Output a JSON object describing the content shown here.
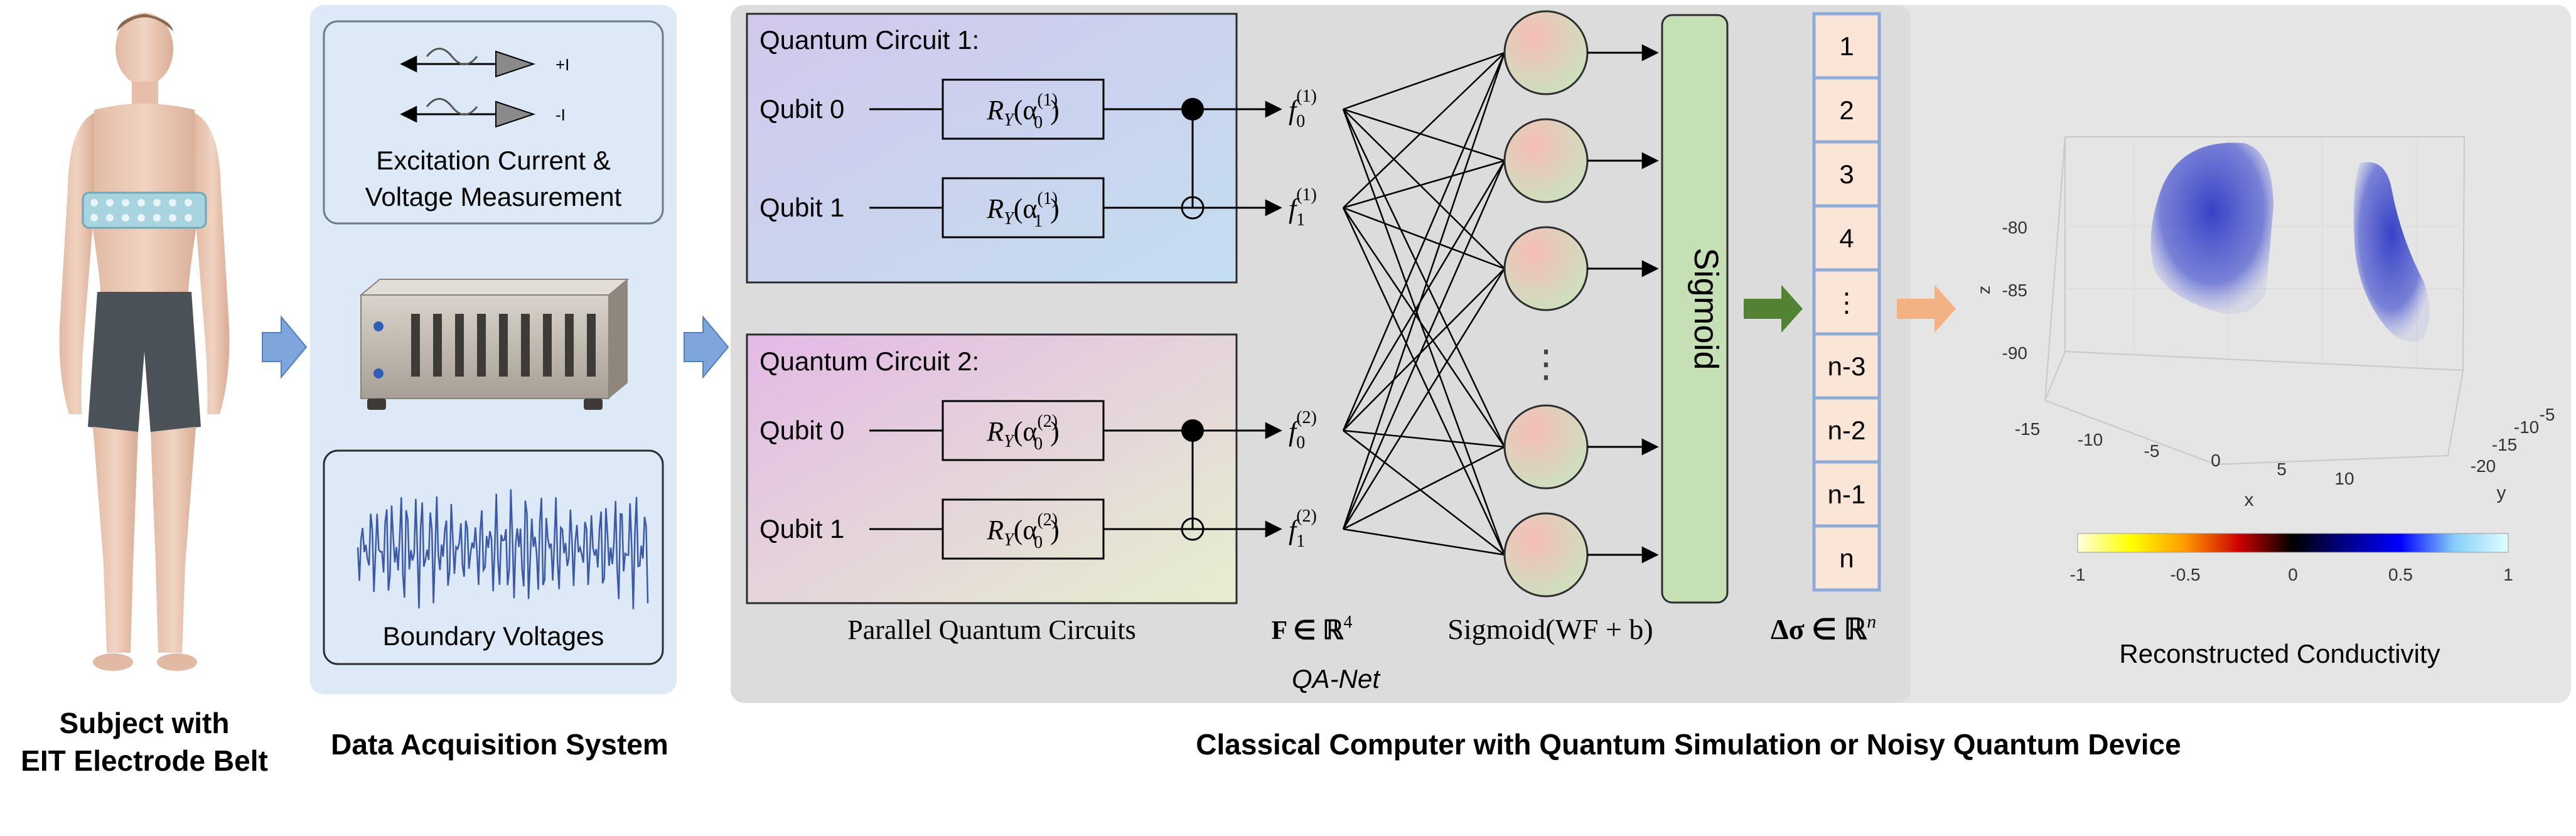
{
  "subject": {
    "caption_line1": "Subject with",
    "caption_line2": "EIT Electrode Belt"
  },
  "daq": {
    "caption": "Data Acquisition System",
    "excitation": {
      "line1": "Excitation Current &",
      "line2": "Voltage Measurement",
      "plus_label": "+I",
      "minus_label": "-I"
    },
    "boundary_label": "Boundary Voltages"
  },
  "classical": {
    "caption": "Classical Computer with Quantum Simulation or Noisy Quantum Device",
    "circuits_caption": "Parallel Quantum Circuits",
    "qanet_label": "QA-Net",
    "feature_label": "F ∈ ℝ",
    "feature_sup": "4",
    "activation_label": "Sigmoid(WF + b)",
    "output_label": "Δσ ∈ ℝ",
    "output_sup": "n",
    "sigmoid_block": "Sigmoid"
  },
  "circuits": [
    {
      "title": "Quantum Circuit 1:",
      "qubits": [
        {
          "label": "Qubit 0",
          "gate": "R",
          "gate_sub": "Y",
          "alpha_sub": "0",
          "alpha_sup": "(1)",
          "f_sub": "0",
          "f_sup": "(1)"
        },
        {
          "label": "Qubit 1",
          "gate": "R",
          "gate_sub": "Y",
          "alpha_sub": "1",
          "alpha_sup": "(1)",
          "f_sub": "1",
          "f_sup": "(1)"
        }
      ]
    },
    {
      "title": "Quantum Circuit 2:",
      "qubits": [
        {
          "label": "Qubit 0",
          "gate": "R",
          "gate_sub": "Y",
          "alpha_sub": "0",
          "alpha_sup": "(2)",
          "f_sub": "0",
          "f_sup": "(2)"
        },
        {
          "label": "Qubit 1",
          "gate": "R",
          "gate_sub": "Y",
          "alpha_sub": "0",
          "alpha_sup": "(2)",
          "f_sub": "1",
          "f_sup": "(2)"
        }
      ]
    }
  ],
  "output_cells": [
    "1",
    "2",
    "3",
    "4",
    "⋮",
    "n-3",
    "n-2",
    "n-1",
    "n"
  ],
  "neuron_ellipsis": "⋮",
  "conductivity": {
    "title": "Reconstructed Conductivity",
    "z_label": "z",
    "x_label": "x",
    "y_label": "y",
    "z_ticks": [
      "-80",
      "-85",
      "-90"
    ],
    "x_ticks": [
      "-15",
      "-10",
      "-5",
      "0",
      "5",
      "10"
    ],
    "y_ticks": [
      "-5",
      "-10",
      "-15",
      "-20"
    ],
    "colorbar_ticks": [
      "-1",
      "-0.5",
      "0",
      "0.5",
      "1"
    ],
    "colors": {
      "lung": "#3a46c8",
      "colorbar": [
        "#ffffe0",
        "#ffff00",
        "#ff9900",
        "#cc0000",
        "#000000",
        "#00008b",
        "#0000ff",
        "#87cefa",
        "#e0ffff"
      ]
    }
  },
  "colors": {
    "daq_panel": "#dde9f6",
    "classical_panel": "#e5e5e5",
    "arrow_blue": "#7ea6dc",
    "arrow_green": "#548235",
    "arrow_orange": "#f4b183",
    "sigmoid_fill": "#c5e0b4",
    "cell_fill": "#fbe5d6",
    "cell_border": "#8eaadb"
  }
}
